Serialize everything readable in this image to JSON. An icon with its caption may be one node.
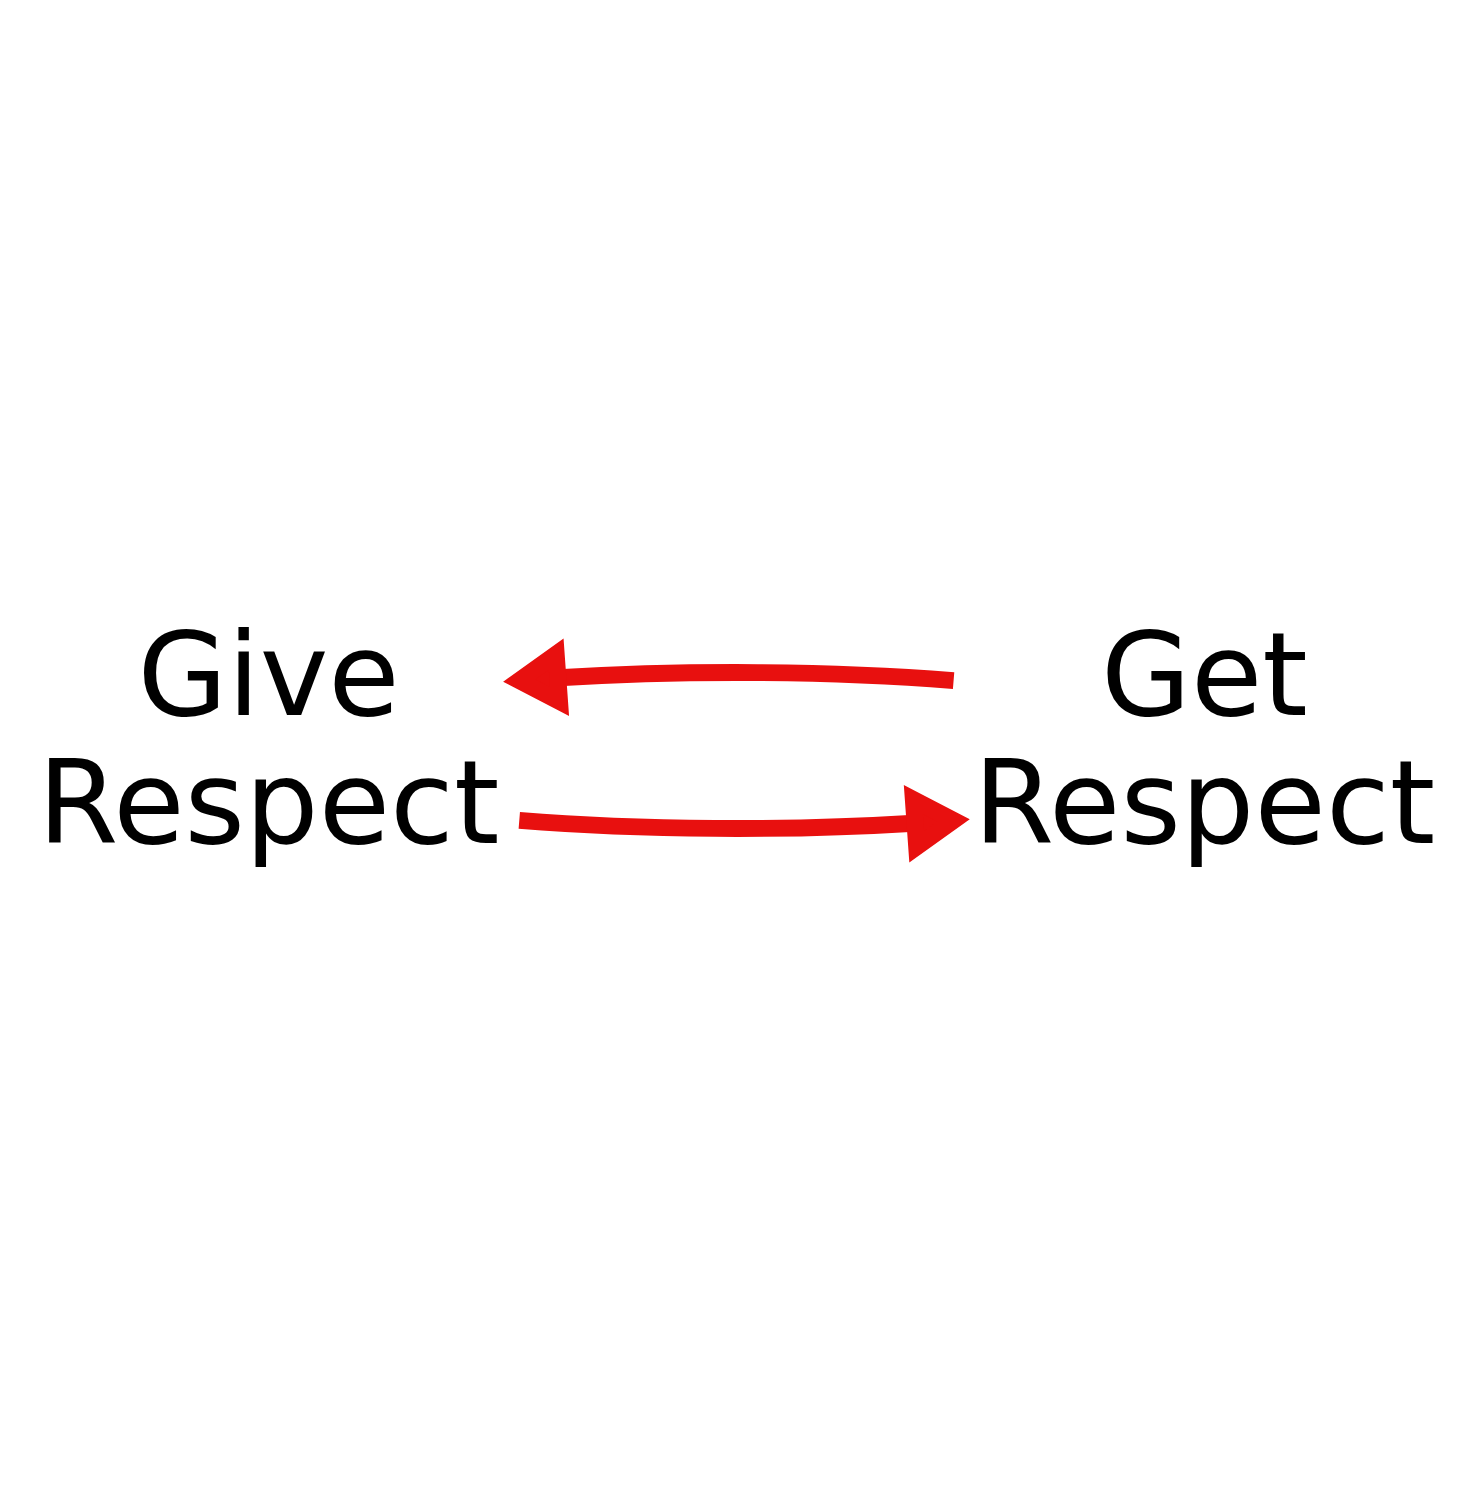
{
  "diagram": {
    "nodes": [
      {
        "text": [
          "Give Respect"
        ]
      },
      {
        "text": [
          "Get Respect"
        ]
      }
    ],
    "edges": [
      {
        "from": 0,
        "to": 1,
        "arrow": "to"
      },
      {
        "from": 1,
        "to": 0,
        "arrow": "to"
      }
    ]
  }
}
